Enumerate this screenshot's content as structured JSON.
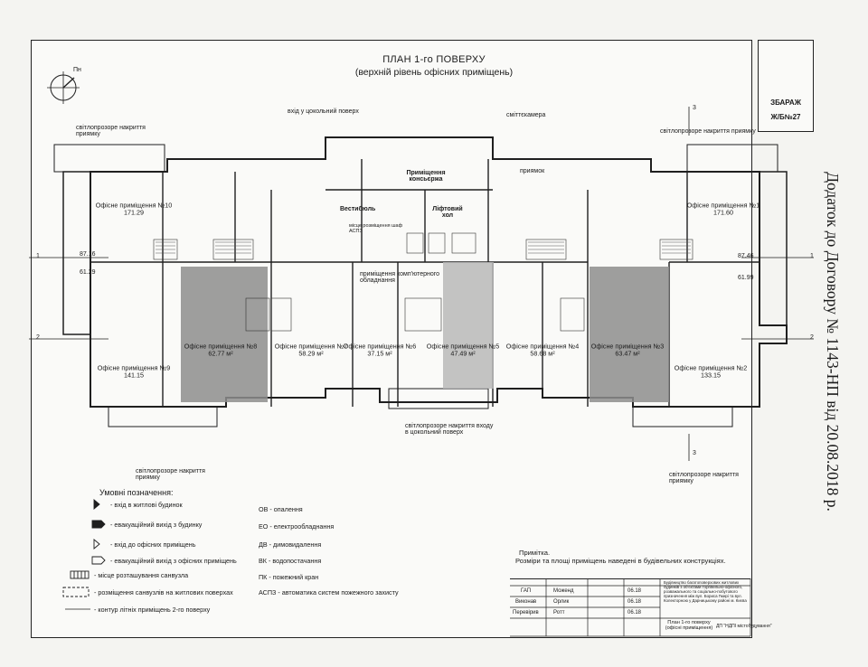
{
  "document": {
    "title": "ПЛАН 1-го ПОВЕРХУ",
    "subtitle": "(верхній рівень офісних приміщень)",
    "north_label": "Пн",
    "badge": {
      "logo_icon": "ornament-logo-icon",
      "name": "ЗБАРАЖ",
      "code": "Ж/Б№27"
    },
    "side_note": "Додаток до Договору № 1143-НП від 20.08.2018 р."
  },
  "plan": {
    "labels": {
      "entrance_basement": "вхід у цокольний поверх",
      "garbage_room": "сміттєкамера",
      "skylight_left_top": "світлопрозоре накриття приямку",
      "skylight_right_top": "світлопрозоре накриття приямку",
      "concierge": "Приміщення консьєржа",
      "vestibule": "Вестибюль",
      "elevator_hall": "Ліфтовий хол",
      "pit": "приямок",
      "computer_equipment": "приміщення комп'ютерного обладнання",
      "assp_note": "місце розміщення шаф АСПЗ",
      "skylight_entrance": "світлопрозоре накриття входу в цокольний поверх",
      "skylight_left_bottom": "світлопрозоре накриття приямку",
      "skylight_right_bottom": "світлопрозоре накриття приямку",
      "section_1": "1",
      "section_2": "2",
      "section_3": "3",
      "dim_left_1": "87.16",
      "dim_left_2": "61.29",
      "dim_right_1": "87.46",
      "dim_right_2": "61.99"
    },
    "rooms": [
      {
        "name": "Офісне приміщення №10",
        "area": "171.29"
      },
      {
        "name": "Офісне приміщення №9",
        "area": "141.15"
      },
      {
        "name": "Офісне приміщення №8",
        "area": "62.77 м²"
      },
      {
        "name": "Офісне приміщення №7",
        "area": "58.29 м²"
      },
      {
        "name": "Офісне приміщення №6",
        "area": "37.15 м²"
      },
      {
        "name": "Офісне приміщення №5",
        "area": "47.49 м²"
      },
      {
        "name": "Офісне приміщення №4",
        "area": "58.68 м²"
      },
      {
        "name": "Офісне приміщення №3",
        "area": "63.47 м²"
      },
      {
        "name": "Офісне приміщення №2",
        "area": "133.15"
      },
      {
        "name": "Офісне приміщення №1",
        "area": "171.60"
      }
    ]
  },
  "legend": {
    "title": "Умовні позначення:",
    "left_items": [
      {
        "symbol": "filled-triangle-icon",
        "text": "- вхід в житлові будинок"
      },
      {
        "symbol": "filled-flag-arrow-icon",
        "text": "- евакуаційний вихід з будинку"
      },
      {
        "symbol": "outline-triangle-icon",
        "text": "- вхід до офісних приміщень"
      },
      {
        "symbol": "outline-flag-arrow-icon",
        "text": "- евакуаційний вихід з офісних приміщень"
      },
      {
        "symbol": "hatched-box-icon",
        "text": "- місце розташування санвузла"
      },
      {
        "symbol": "dashed-box-icon",
        "text": "- розміщення санвузлів на житлових поверхах"
      },
      {
        "symbol": "thin-line-icon",
        "text": "- контур літніх приміщень 2-го поверху"
      }
    ],
    "right_items": [
      "ОВ - опалення",
      "ЕО - електрообладнання",
      "ДВ - димовидалення",
      "ВК - водопостачання",
      "ПК - пожежний кран",
      "АСПЗ - автоматика систем пожежного захисту"
    ]
  },
  "note": {
    "title": "Примітка.",
    "text": "Розміри та площі приміщень наведені в будівельних конструкціях."
  },
  "stamp": {
    "rows": [
      {
        "role": "ГАП",
        "name": "Моженд",
        "date": "06.18"
      },
      {
        "role": "Виконав",
        "name": "Орлик",
        "date": "06.18"
      },
      {
        "role": "Перевірив",
        "name": "Ротт",
        "date": "06.18"
      }
    ],
    "project": "Будівництво багатоповерхових житлових будинків з об'єктами торгівельно-офісного, розважального та соціально-побутового призначення між вул. Бориса Гмирі та вул. Колекторною у Дарницькому районі м. Києва",
    "sheet_title": "План 1-го поверху (офісні приміщення)",
    "org": "ДП \"НДПІ містобудування\""
  },
  "colors": {
    "shade": "#8d8d8d",
    "shade_light": "#b9b9b9",
    "line": "#1f1f1f",
    "paper": "#fafaf8"
  }
}
